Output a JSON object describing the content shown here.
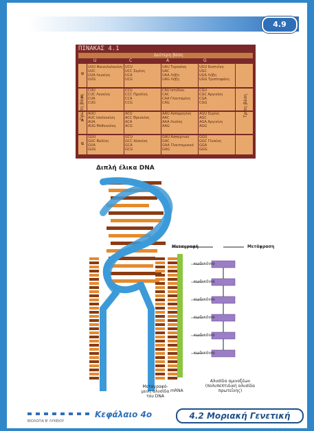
{
  "header": {
    "badge": "4.9"
  },
  "table_figure": {
    "title": "ΠΙΝΑΚΑΣ 4.1",
    "top_header": "Δεύτερη βάση",
    "columns": [
      "U",
      "C",
      "A",
      "G"
    ],
    "side_left": "Πρώτη βάση",
    "side_right": "Τρίτη βάση",
    "rows": [
      {
        "base": "U",
        "cells": [
          "UUU Φαινυλαλανίνη\nUUC\nUUA Λευκίνη\nUUG",
          "UCU\nUCC Σερίνη\nUCA\nUCG",
          "UAU Τυροσίνη\nUAC\nUAA Λήξη\nUAG Λήξη",
          "UGU Κυστεΐνη\nUGC\nUGA Λήξη\nUGG Τρυπτοφάνη"
        ]
      },
      {
        "base": "C",
        "cells": [
          "CUU\nCUC Λευκίνη\nCUA\nCUG",
          "CCU\nCCC Προλίνη\nCCA\nCCG",
          "CAU Ιστιδίνη\nCAC\nCAA Γλουταμίνη\nCAG",
          "CGU\nCGC Αργινίνη\nCGA\nCGG"
        ]
      },
      {
        "base": "A",
        "cells": [
          "AUU\nAUC Ισολευκίνη\nAUA\nAUG Μεθειονίνη",
          "ACU\nACC Θρεονίνη\nACA\nACG",
          "AAU Ασπαραγίνη\nAAC\nAAA Λυσίνη\nAAG",
          "AGU Σερίνη\nAGC\nAGA Αργινίνη\nAGG"
        ]
      },
      {
        "base": "G",
        "cells": [
          "GUU\nGUC Βαλίνη\nGUA\nGUG",
          "GCU\nGCC Αλανίνη\nGCA\nGCG",
          "GAU Ασπαρτικό\nGAC\nGAA Γλουταμινικό\nGAG",
          "GGU\nGGC Γλυκίνη\nGGA\nGGG"
        ]
      }
    ]
  },
  "diagram": {
    "helix_label": "Διπλή έλικα DNA",
    "transcription_label": "Μεταγραφή",
    "translation_label": "Μετάφραση",
    "dna_label": "Μεταγραφό-\nμενη αλυσίδα\nτου DNA",
    "mrna_label": "mRNA",
    "protein_label": "Αλυσίδα αμινοξέων\n(πολυπεπτιδική αλυσίδα\nπρωτεΐνης)",
    "codon_labels": [
      "κωδικόνιο",
      "κωδικόνιο",
      "κωδικόνιο",
      "κωδικόνιο",
      "κωδικόνιο",
      "κωδικόνιο"
    ],
    "colors": {
      "strand_blue": "#3d9ad8",
      "base_orange": "#e58a2c",
      "base_dark": "#8a3b12",
      "mrna_green": "#8cc63f",
      "amino_purple": "#9b7ec6"
    }
  },
  "footer": {
    "chapter": "Κεφάλαιο 4ο",
    "section": "4.2 Μοριακή Γενετική",
    "small_text": "ΒΙΟΛΟΓΙΑ Β' ΛΥΚΕΙΟΥ"
  }
}
